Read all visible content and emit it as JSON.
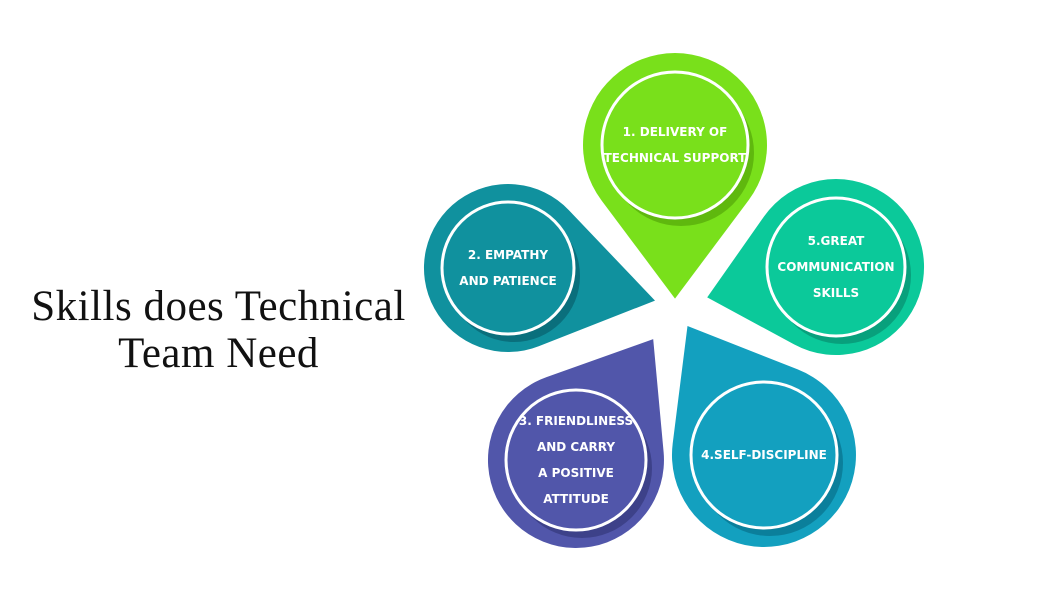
{
  "title": {
    "line1": "Skills does Technical",
    "line2": "Team Need"
  },
  "colors": {
    "green": "#79e01b",
    "green_shadow": "#5fb80e",
    "teal": "#10919e",
    "teal_shadow": "#0a6f7c",
    "mint": "#0bc99a",
    "mint_shadow": "#08a07c",
    "purple": "#5156aa",
    "purple_shadow": "#3d4189",
    "blue": "#13a0bf",
    "blue_shadow": "#0b7f9b"
  },
  "petals": [
    {
      "key": "green",
      "lines": [
        "1. DELIVERY OF",
        "TECHNICAL SUPPORT"
      ]
    },
    {
      "key": "teal",
      "lines": [
        "2. EMPATHY",
        "AND PATIENCE"
      ]
    },
    {
      "key": "mint",
      "lines": [
        "5.GREAT",
        "COMMUNICATION",
        "SKILLS"
      ]
    },
    {
      "key": "purple",
      "lines": [
        "3. FRIENDLINESS",
        "AND CARRY",
        "A POSITIVE",
        "ATTITUDE"
      ]
    },
    {
      "key": "blue",
      "lines": [
        "4.SELF-DISCIPLINE"
      ]
    }
  ]
}
